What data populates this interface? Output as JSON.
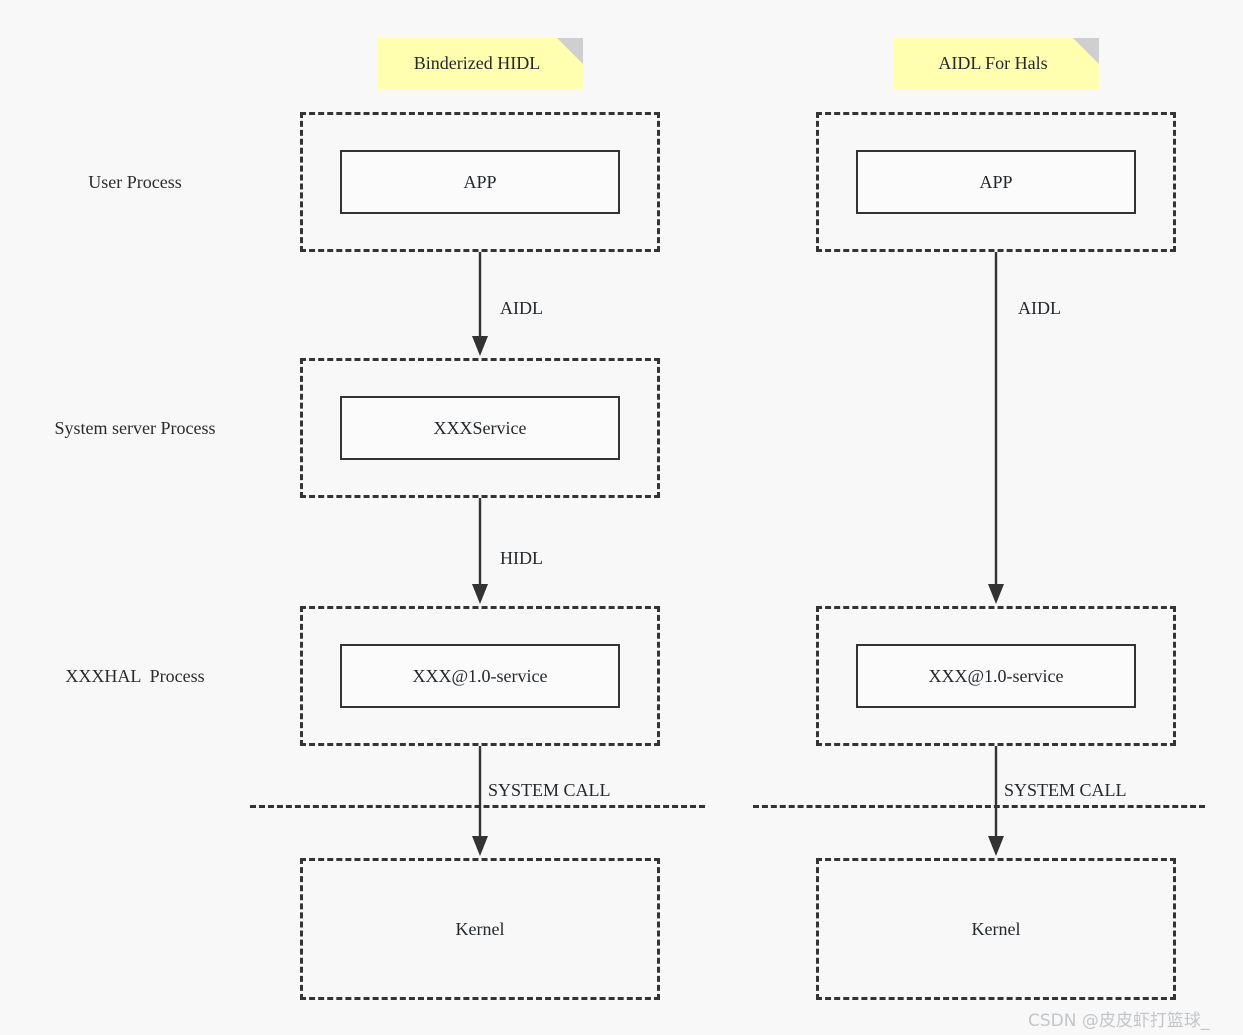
{
  "diagram": {
    "background_color": "#f8f8f8",
    "note_color": "#ffffaf",
    "note_fold_color": "#cfcfcf",
    "line_color": "#333333"
  },
  "notes": [
    {
      "label": "Binderized HIDL"
    },
    {
      "label": "AIDL For Hals"
    }
  ],
  "row_labels": [
    {
      "label": "User Process"
    },
    {
      "label": "System server Process"
    },
    {
      "label": "XXXHAL  Process"
    }
  ],
  "left_column": {
    "containers": [
      {
        "inner_label": "APP"
      },
      {
        "inner_label": "XXXService"
      },
      {
        "inner_label": "XXX@1.0-service"
      },
      {
        "inner_label": "Kernel"
      }
    ],
    "edges": [
      {
        "label": "AIDL"
      },
      {
        "label": "HIDL"
      },
      {
        "label": "SYSTEM CALL"
      }
    ]
  },
  "right_column": {
    "containers": [
      {
        "inner_label": "APP"
      },
      {
        "inner_label": "XXX@1.0-service"
      },
      {
        "inner_label": "Kernel"
      }
    ],
    "edges": [
      {
        "label": "AIDL"
      },
      {
        "label": "SYSTEM CALL"
      }
    ]
  },
  "watermark": {
    "text": "CSDN @皮皮虾打篮球_"
  }
}
